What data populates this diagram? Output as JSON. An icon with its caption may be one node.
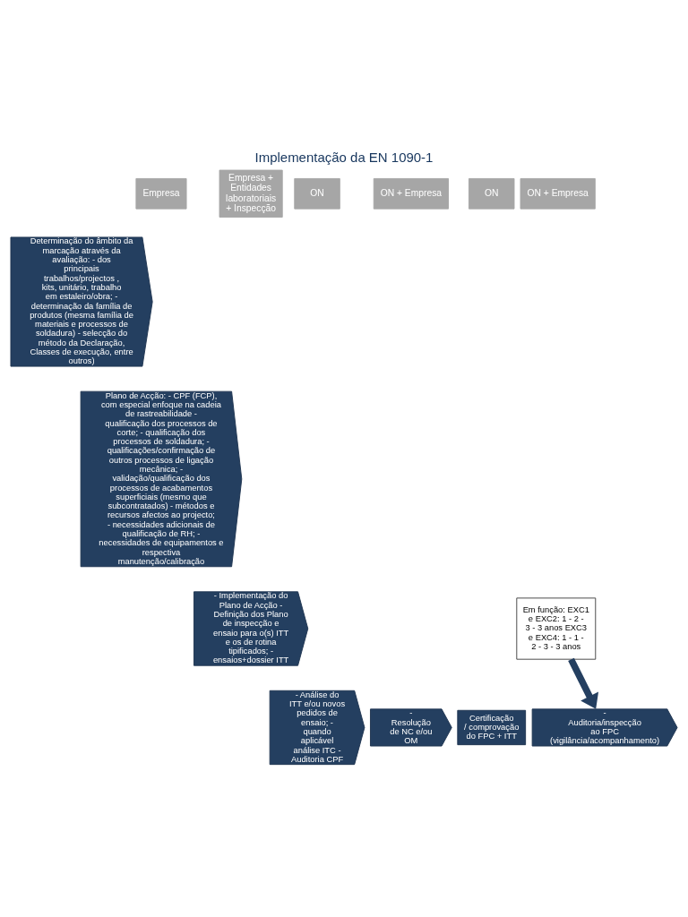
{
  "diagram": {
    "title": "Implementação da EN 1090-1",
    "nodes": [
      {
        "text": [
          "Empresa"
        ]
      },
      {
        "text": [
          "Empresa + Entidades laboratoriais + Inspecção"
        ]
      },
      {
        "text": [
          "ON"
        ]
      },
      {
        "text": [
          "ON + Empresa"
        ]
      },
      {
        "text": [
          "ON"
        ]
      },
      {
        "text": [
          "ON + Empresa"
        ]
      },
      {
        "text": [
          "Determinação do âmbito da marcação através da avaliação: - dos principais trabalhos/projectos , kits, unitário, trabalho em estaleiro/obra; - determinação da família de produtos (mesma família de materiais e processos de soldadura) - selecção do método da Declaração, Classes de execução, entre outros)"
        ]
      },
      {
        "text": [
          "Plano de Acção: - CPF (FCP), com especial enfoque na cadeia de rastreabilidade - qualificação dos processos de corte; - qualificação dos processos de soldadura; - qualificações/confirmação de outros processos de ligação mecânica; - validação/qualificação dos processos de acabamentos superficiais (mesmo que subcontratados) - métodos e recursos afectos ao projecto; - necessidades adicionais de qualificação de RH; - necessidades de equipamentos e respectiva manutenção/calibração"
        ]
      },
      {
        "text": [
          "- Implementação do Plano de Acção - Definição dos Plano de inspecção e ensaio para o(s) ITT e os de rotina tipificados; - ensaios+dossier ITT"
        ]
      },
      {
        "text": [
          "- Análise do ITT e/ou novos pedidos de ensaio; - quando aplicável análise ITC - Auditoria CPF"
        ]
      },
      {
        "text": [
          "- Resolução de NC e/ou OM"
        ]
      },
      {
        "text": [
          "Certificação / comprovação do FPC + ITT"
        ]
      },
      {
        "text": [
          "Em função: EXC1 e EXC2: 1 - 2 - 3 - 3 anos EXC3 e EXC4: 1 - 1 - 2 - 3 - 3 anos"
        ]
      },
      {
        "text": [
          "- Auditoria/inspecção ao FPC (vigilância/acompanhamento)"
        ]
      }
    ],
    "edges": [
      {
        "from": 12,
        "to": 13,
        "arrow": "to"
      }
    ]
  }
}
